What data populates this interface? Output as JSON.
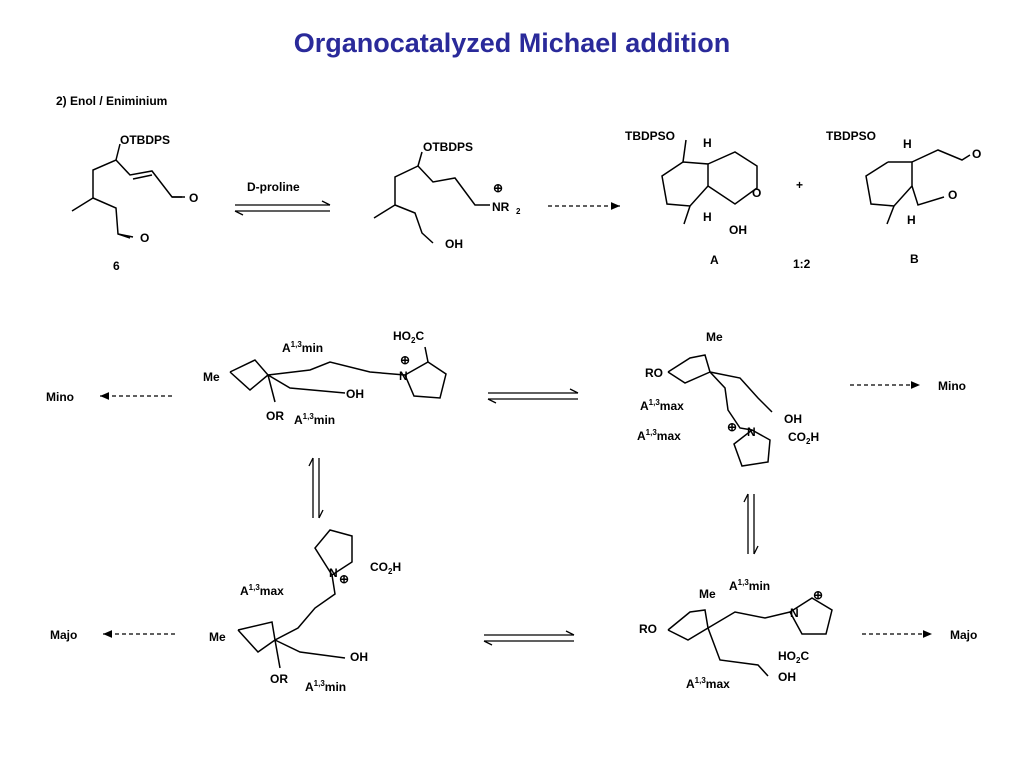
{
  "title": "Organocatalyzed Michael addition",
  "subtitle": "2) Enol / Eniminium",
  "top_row": {
    "compound_6": {
      "otbdps": "OTBDPS",
      "o1": "O",
      "o2": "O",
      "label": "6"
    },
    "reagent": "D-proline",
    "enamine": {
      "otbdps": "OTBDPS",
      "nr": "NR",
      "nr_sub": "2",
      "plus": "⊕",
      "oh": "OH"
    },
    "product_a": {
      "tbdpso": "TBDPSO",
      "h1": "H",
      "h2": "H",
      "o": "O",
      "oh": "OH",
      "label": "A"
    },
    "plus_sign": "+",
    "ratio": "1:2",
    "product_b": {
      "tbdpso": "TBDPSO",
      "h1": "H",
      "h2": "H",
      "o1": "O",
      "o2": "O",
      "label": "B"
    }
  },
  "conformers": {
    "top_left": {
      "a13min_top": "A",
      "a13min_top_sup": "1,3",
      "a13min_top_suf": "min",
      "ho2c": "HO",
      "ho2c_sub": "2",
      "ho2c_c": "C",
      "me": "Me",
      "n": "N",
      "plus": "⊕",
      "oh": "OH",
      "or": "OR",
      "a13min_bot": "A",
      "a13min_bot_sup": "1,3",
      "a13min_bot_suf": "min",
      "outcome": "Mino"
    },
    "top_right": {
      "me": "Me",
      "ro": "RO",
      "a13max_1": "A",
      "a13max_1_sup": "1,3",
      "a13max_1_suf": "max",
      "oh": "OH",
      "a13max_2": "A",
      "a13max_2_sup": "1,3",
      "a13max_2_suf": "max",
      "plus": "⊕",
      "n": "N",
      "co2h": "CO",
      "co2h_sub": "2",
      "co2h_h": "H",
      "outcome": "Mino"
    },
    "bottom_left": {
      "n": "N",
      "plus": "⊕",
      "co2h": "CO",
      "co2h_sub": "2",
      "co2h_h": "H",
      "a13max": "A",
      "a13max_sup": "1,3",
      "a13max_suf": "max",
      "me": "Me",
      "oh": "OH",
      "or": "OR",
      "a13min": "A",
      "a13min_sup": "1,3",
      "a13min_suf": "min",
      "outcome": "Majo"
    },
    "bottom_right": {
      "me": "Me",
      "a13min": "A",
      "a13min_sup": "1,3",
      "a13min_suf": "min",
      "plus": "⊕",
      "n": "N",
      "ro": "RO",
      "ho2c": "HO",
      "ho2c_sub": "2",
      "ho2c_c": "C",
      "oh": "OH",
      "a13max": "A",
      "a13max_sup": "1,3",
      "a13max_suf": "max",
      "outcome": "Majo"
    }
  }
}
